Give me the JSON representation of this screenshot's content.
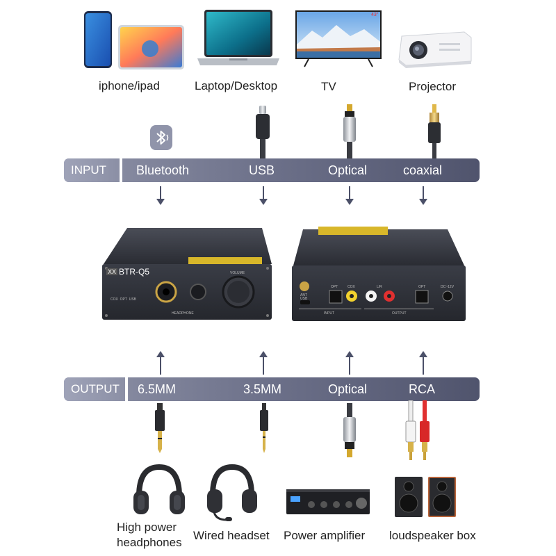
{
  "sources": [
    {
      "label": "iphone/ipad",
      "icon": "phone-tablet-icon"
    },
    {
      "label": "Laptop/Desktop",
      "icon": "laptop-icon"
    },
    {
      "label": "TV",
      "icon": "tv-icon"
    },
    {
      "label": "Projector",
      "icon": "projector-icon"
    }
  ],
  "tv_screen_text": "43\"",
  "input_bar": {
    "tag": "INPUT",
    "items": [
      "Bluetooth",
      "USB",
      "Optical",
      "coaxial"
    ]
  },
  "device": {
    "front_brand": "BTR-Q5",
    "front_logo": "XX",
    "front_leds": "COX  OPT  USB",
    "front_headphone": "HEADPHONE",
    "front_volume": "VOLUME",
    "back_ant": "ANT",
    "back_usb": "USB",
    "back_opt": "OPT",
    "back_cox": "COX",
    "back_lr": "L/R",
    "back_opt2": "OPT",
    "back_dc": "DC~12V",
    "back_input": "INPUT",
    "back_output": "OUTPUT"
  },
  "output_bar": {
    "tag": "OUTPUT",
    "items": [
      "6.5MM",
      "3.5MM",
      "Optical",
      "RCA"
    ]
  },
  "outputs": [
    {
      "label": "High power headphones",
      "icon": "headphones-icon"
    },
    {
      "label": "Wired headset",
      "icon": "headset-icon"
    },
    {
      "label": "Power amplifier",
      "icon": "amplifier-icon"
    },
    {
      "label": "loudspeaker box",
      "icon": "speaker-icon"
    }
  ],
  "colors": {
    "bar_start": "#8f93a8",
    "bar_end": "#50546d",
    "arrow": "#4b5068",
    "device_body": "#2c2f38"
  }
}
